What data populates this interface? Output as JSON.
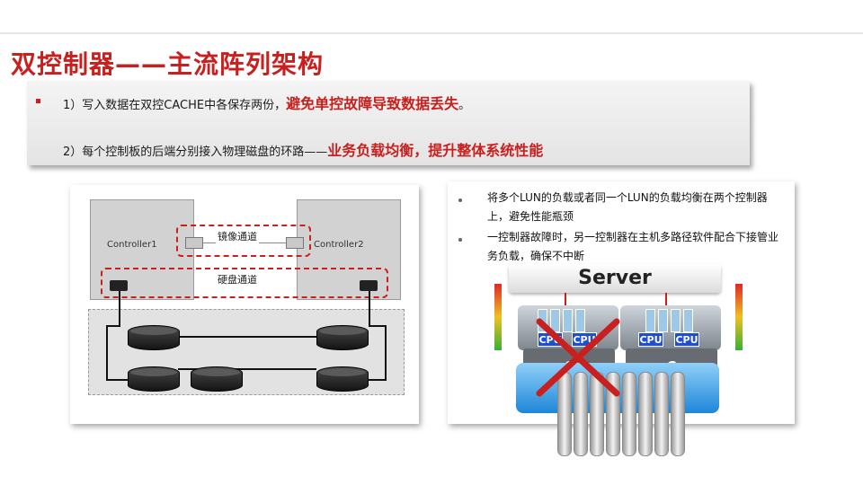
{
  "title": "双控制器——主流阵列架构",
  "info": {
    "line1_normal": "1）写入数据在双控CACHE中各保存两份，",
    "line1_emph": "避免单控故障导致数据丢失",
    "line1_end": "。",
    "line2_normal": "2）每个控制板的后端分别接入物理磁盘的环路——",
    "line2_emph": "业务负载均衡，提升整体系统性能"
  },
  "diagram": {
    "controller1": "Controller1",
    "controller2": "Controller2",
    "mirror_channel": "镜像通道",
    "disk_channel": "硬盘通道"
  },
  "right": {
    "bullet1": "将多个LUN的负载或者同一个LUN的负载均衡在两个控制器上，避免性能瓶颈",
    "bullet2": "一控制器故障时，另一控制器在主机多路径软件配合下接管业务负载，确保不中断",
    "server": "Server",
    "cpu": "CPU",
    "controller_letter": "C"
  },
  "colors": {
    "accent": "#c8201e",
    "blue": "#1d4fd0"
  }
}
